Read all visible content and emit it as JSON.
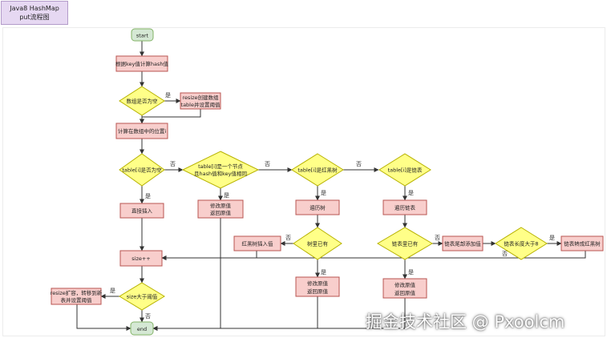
{
  "title": {
    "line1": "Java8 HashMap",
    "line2": "put流程图"
  },
  "nodes": {
    "start": "start",
    "hash": "根据key值计算hash值",
    "is_empty": "数组是否为空",
    "resize_create_1": "resize创建数组",
    "resize_create_2": "table并设置阈值",
    "calc_pos": "计算在数组中的位置i",
    "tab_i_null": "table[i]是否为空",
    "same_key_1": "table[i]是一个节点",
    "same_key_2": "且hash值和key值相同",
    "is_tree": "table[i]是红黑树",
    "is_list": "table[i]是链表",
    "insert_direct": "直接插入",
    "modify1_1": "修改原值",
    "modify1_2": "返回原值",
    "traverse_tree": "遍历树",
    "traverse_list": "遍历链表",
    "tree_insert": "红黑树插入值",
    "tree_exists": "树里已有",
    "list_exists": "链表里已有",
    "list_append": "链表尾部添加值",
    "list_len": "链表长度大于8",
    "to_tree": "链表转成红黑树",
    "size_inc": "size++",
    "modify2_1": "修改原值",
    "modify2_2": "返回原值",
    "modify3_1": "修改原值",
    "modify3_2": "返回原值",
    "size_gt": "size大于阈值",
    "resize_expand_1": "resize扩容，转移到新",
    "resize_expand_2": "表并设置阈值",
    "end": "end"
  },
  "edge_labels": {
    "yes": "是",
    "no": "否"
  },
  "watermark": "掘金技术社区 @ Pxoolcm",
  "colors": {
    "process_fill": "#f8cecc",
    "process_stroke": "#b85450",
    "decision_fill": "#ffff88",
    "decision_stroke": "#b7b200",
    "terminal_fill": "#d5e8d4",
    "terminal_stroke": "#82b366",
    "title_fill": "#e6d8f2"
  }
}
